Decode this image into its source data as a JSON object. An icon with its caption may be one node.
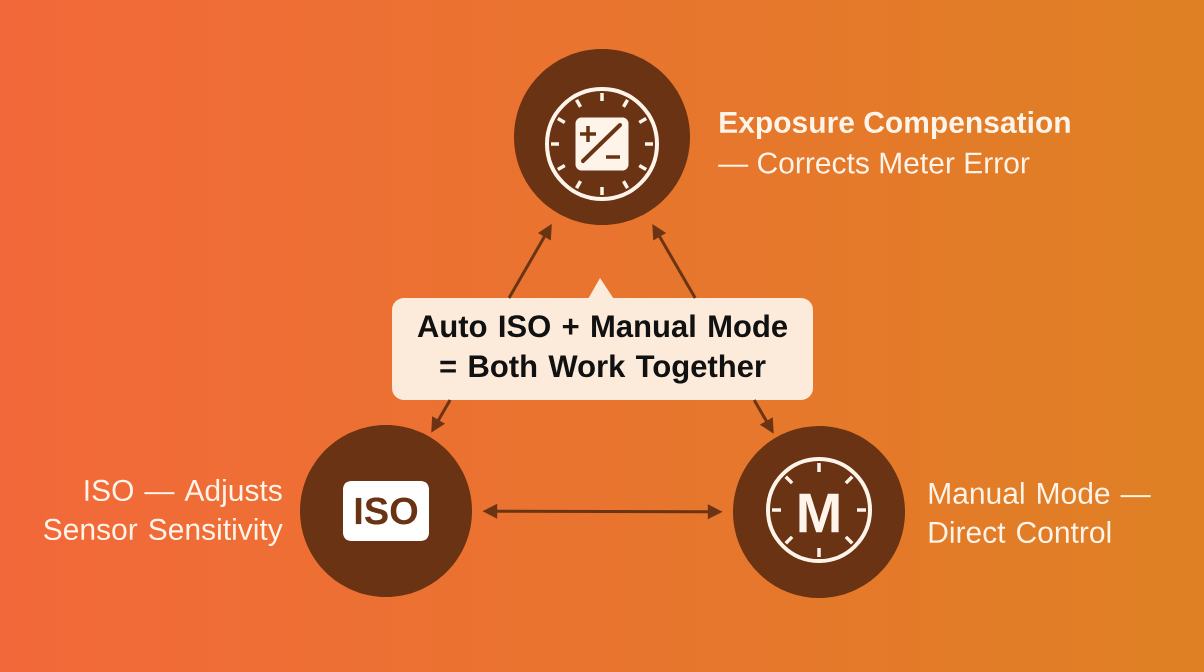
{
  "diagram": {
    "nodes": [
      {
        "text": [],
        "shape": "circle",
        "beside": [
          "Exposure Compensation",
          "— Corrects Meter Error"
        ]
      },
      {
        "text": [
          "Auto ISO + Manual Mode = Both Work Together"
        ]
      },
      {
        "text": [
          "ISO"
        ],
        "beside": [
          "ISO — Adjusts Sensor Sensitivity"
        ]
      },
      {
        "text": [
          "M"
        ],
        "beside": [
          "Manual Mode — Direct Control"
        ]
      }
    ],
    "edges": [
      {
        "from": 1,
        "to": 0,
        "arrow": "to"
      },
      {
        "from": 1,
        "to": 0,
        "arrow": "to"
      },
      {
        "from": 1,
        "to": 2,
        "arrow": "to"
      },
      {
        "from": 1,
        "to": 3,
        "arrow": "to"
      },
      {
        "from": 2,
        "to": 3,
        "arrow": "both"
      }
    ]
  }
}
